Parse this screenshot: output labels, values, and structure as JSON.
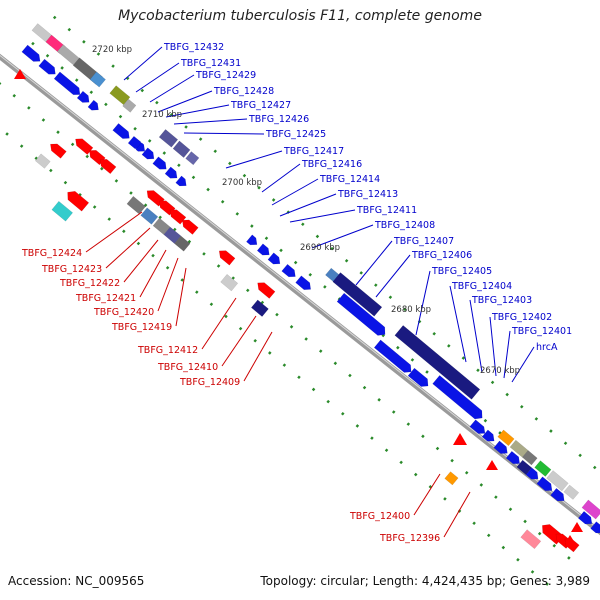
{
  "title": "Mycobacterium tuberculosis F11, complete genome",
  "accession": "Accession: NC_009565",
  "topology": "Topology: circular; Length: 4,424,435 bp; Genes: 3,989",
  "colors": {
    "forward": "#0a14e6",
    "reverse": "#ff0000",
    "forward_label": "#0000cc",
    "reverse_label": "#cc0000",
    "backbone": "#888888",
    "tick": "#2a8a2a"
  },
  "scale": [
    "2720 kbp",
    "2710 kbp",
    "2700 kbp",
    "2690 kbp",
    "2680 kbp",
    "2670 kbp"
  ],
  "forward_labels": [
    "TBFG_12432",
    "TBFG_12431",
    "TBFG_12429",
    "TBFG_12428",
    "TBFG_12427",
    "TBFG_12426",
    "TBFG_12425",
    "TBFG_12417",
    "TBFG_12416",
    "TBFG_12414",
    "TBFG_12413",
    "TBFG_12411",
    "TBFG_12408",
    "TBFG_12407",
    "TBFG_12406",
    "TBFG_12405",
    "TBFG_12404",
    "TBFG_12403",
    "TBFG_12402",
    "TBFG_12401",
    "hrcA"
  ],
  "reverse_labels": [
    "TBFG_12424",
    "TBFG_12423",
    "TBFG_12422",
    "TBFG_12421",
    "TBFG_12420",
    "TBFG_12419",
    "TBFG_12412",
    "TBFG_12410",
    "TBFG_12409",
    "TBFG_12400",
    "TBFG_12396"
  ]
}
